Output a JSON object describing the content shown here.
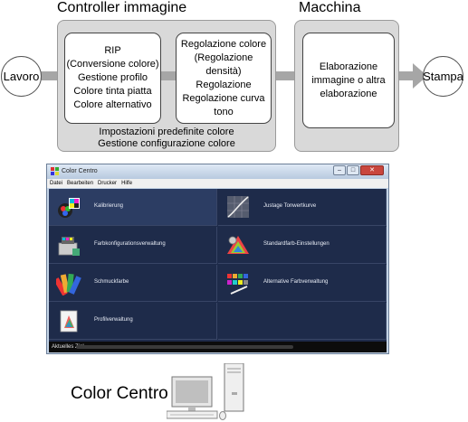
{
  "diagram": {
    "controller_title": "Controller immagine",
    "machine_title": "Macchina",
    "start_node": "Lavoro",
    "end_node": "Stampa",
    "box_rip": [
      "RIP",
      "(Conversione colore)",
      "Gestione profilo",
      "Colore tinta piatta",
      "Colore alternativo"
    ],
    "box_adjust": [
      "Regolazione colore",
      "(Regolazione densità)",
      "Regolazione",
      "Regolazione curva tono"
    ],
    "box_machine": [
      "Elaborazione",
      "immagine o altra",
      "elaborazione"
    ],
    "controller_caption": [
      "Impostazioni predefinite colore",
      "Gestione configurazione colore"
    ]
  },
  "window": {
    "title": "Color Centro",
    "menu": [
      "Datei",
      "Bearbeiten",
      "Drucker",
      "Hilfe"
    ],
    "tiles": [
      {
        "label": "Kalibrierung",
        "icon": "calibration-icon"
      },
      {
        "label": "Justage Tonwertkurve",
        "icon": "tone-curve-icon"
      },
      {
        "label": "Farbkonfigurationsverwaltung",
        "icon": "color-config-icon"
      },
      {
        "label": "Standardfarb-Einstellungen",
        "icon": "default-color-icon"
      },
      {
        "label": "Schmuckfarbe",
        "icon": "spot-color-icon"
      },
      {
        "label": "Alternative Farbverwaltung",
        "icon": "alternative-color-icon"
      },
      {
        "label": "Profilverwaltung",
        "icon": "profile-icon"
      }
    ],
    "status_label": "Aktuelles Ziel"
  },
  "computer_label": "Color Centro",
  "colors": {
    "group_bg": "#d9d9d9",
    "flow": "#a6a6a6",
    "panel_bg": "#1e2b4a",
    "titlebar": "#c3d3e6"
  }
}
